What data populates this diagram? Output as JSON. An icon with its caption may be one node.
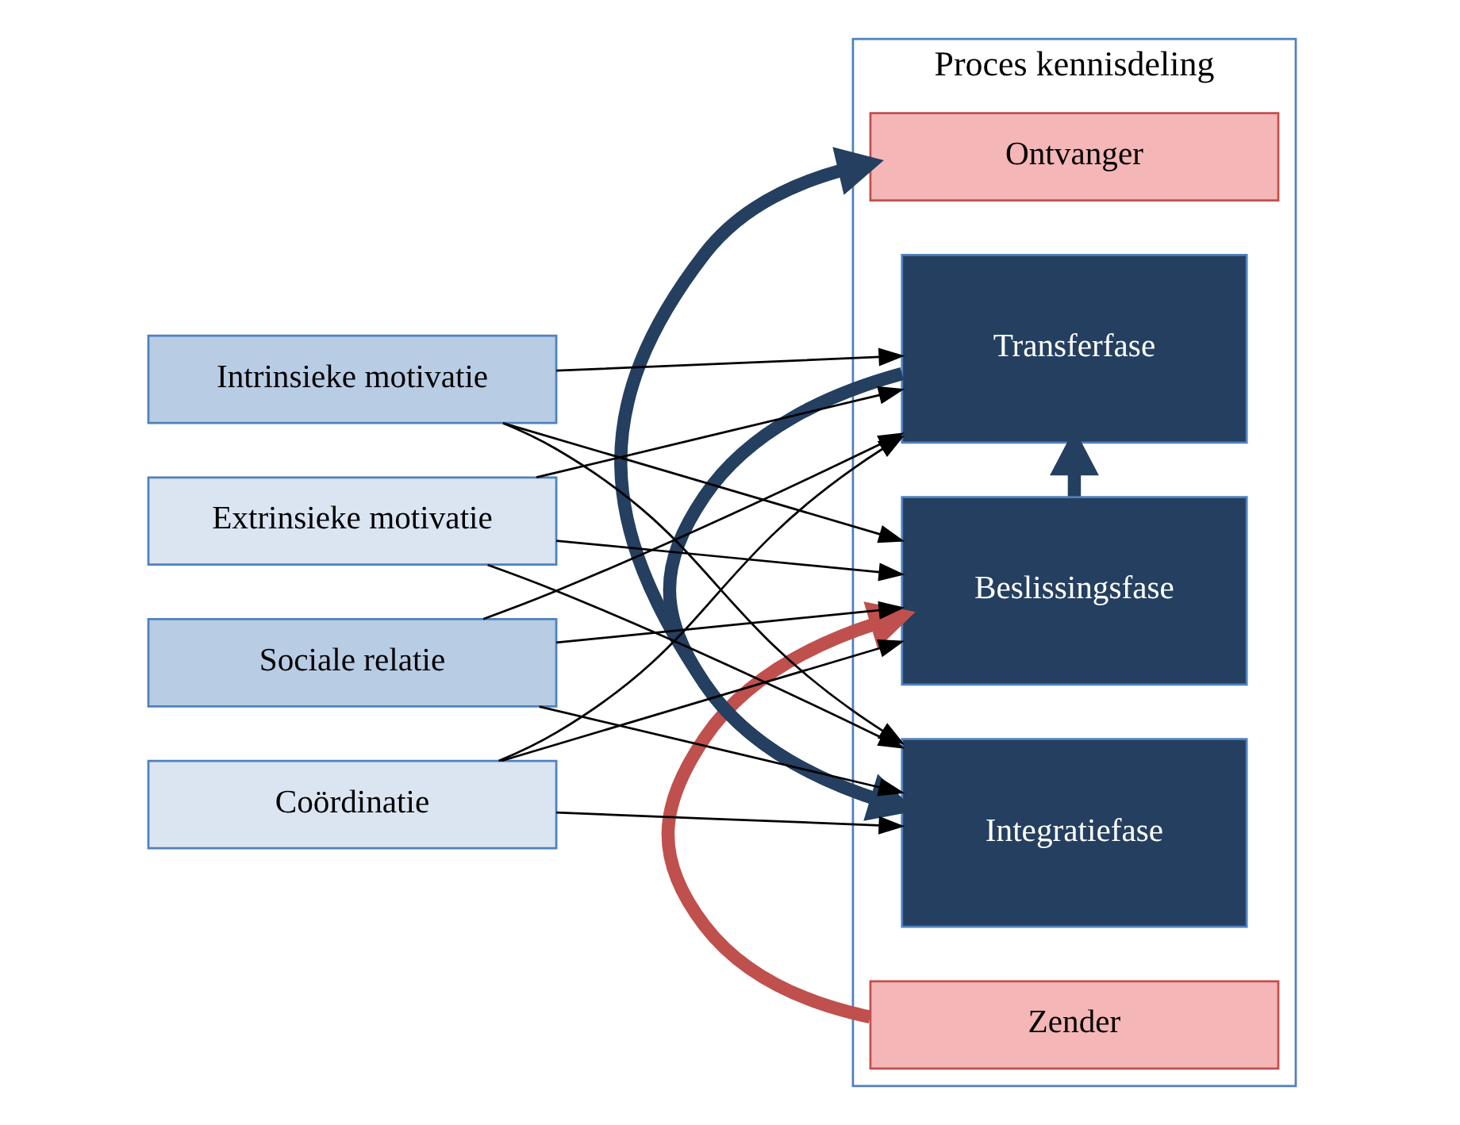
{
  "diagram": {
    "nodes": [
      {
        "text": [
          "Proces kennisdeling"
        ]
      },
      {
        "text": [
          "Zender"
        ],
        "in": 0
      },
      {
        "text": [
          "Beslissingsfase"
        ],
        "in": 0
      },
      {
        "text": [
          "Transferfase"
        ],
        "in": 0
      },
      {
        "text": [
          "Integratiefase"
        ],
        "in": 0
      },
      {
        "text": [
          "Ontvanger"
        ],
        "in": 0
      },
      {
        "text": [
          "Intrinsieke motivatie"
        ]
      },
      {
        "text": [
          "Extrinsieke motivatie"
        ]
      },
      {
        "text": [
          "Sociale relatie"
        ]
      },
      {
        "text": [
          "Coördinatie"
        ]
      }
    ],
    "edges": [
      {
        "from": 1,
        "to": 2,
        "arrow": "to",
        "style": "thick",
        "color": "#c0504d"
      },
      {
        "from": 2,
        "to": 3,
        "arrow": "to",
        "style": "thick",
        "color": "#243f60"
      },
      {
        "from": 3,
        "to": 4,
        "arrow": "to",
        "style": "thick",
        "color": "#243f60"
      },
      {
        "from": 4,
        "to": 5,
        "arrow": "to",
        "style": "thick",
        "color": "#243f60"
      },
      {
        "from": 6,
        "to": 2,
        "arrow": "to"
      },
      {
        "from": 6,
        "to": 3,
        "arrow": "to"
      },
      {
        "from": 6,
        "to": 4,
        "arrow": "to"
      },
      {
        "from": 7,
        "to": 2,
        "arrow": "to"
      },
      {
        "from": 7,
        "to": 3,
        "arrow": "to"
      },
      {
        "from": 7,
        "to": 4,
        "arrow": "to"
      },
      {
        "from": 8,
        "to": 2,
        "arrow": "to"
      },
      {
        "from": 8,
        "to": 3,
        "arrow": "to"
      },
      {
        "from": 8,
        "to": 4,
        "arrow": "to"
      },
      {
        "from": 9,
        "to": 2,
        "arrow": "to"
      },
      {
        "from": 9,
        "to": 3,
        "arrow": "to"
      },
      {
        "from": 9,
        "to": 4,
        "arrow": "to"
      }
    ]
  }
}
